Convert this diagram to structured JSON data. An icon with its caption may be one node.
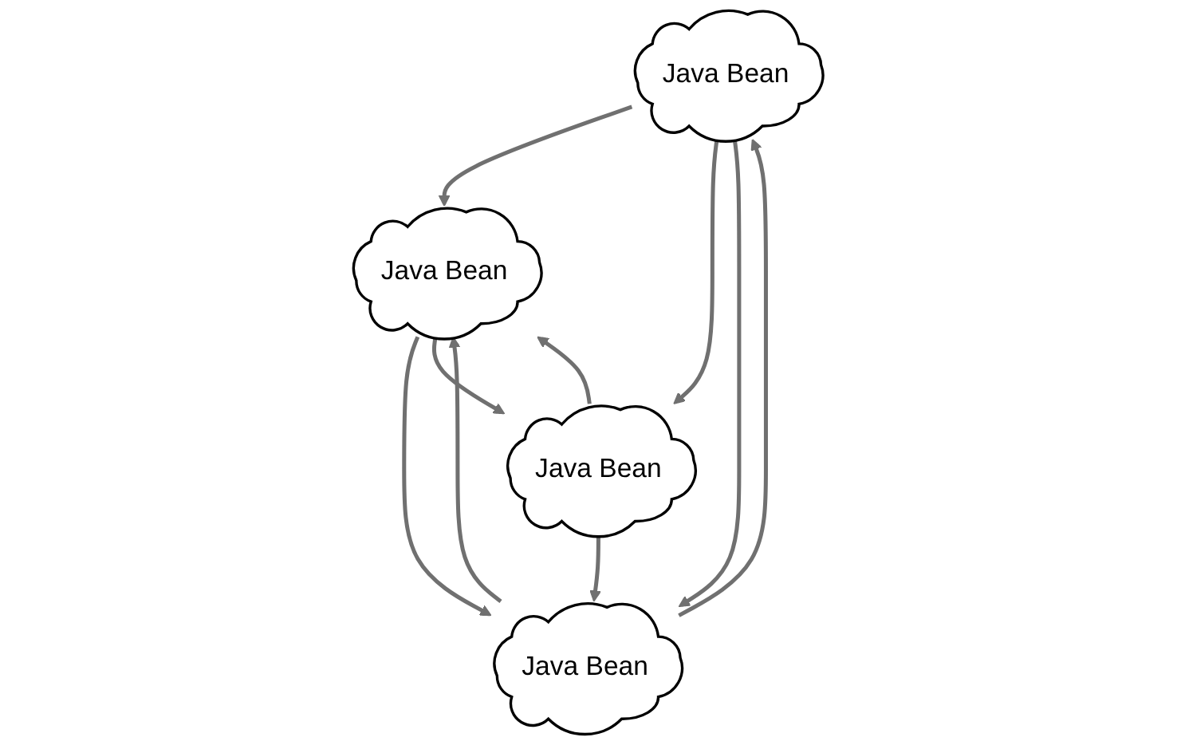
{
  "diagram": {
    "nodes": [
      {
        "text": [
          "Java Bean"
        ]
      },
      {
        "text": [
          "Java Bean"
        ]
      },
      {
        "text": [
          "Java Bean"
        ]
      },
      {
        "text": [
          "Java Bean"
        ]
      }
    ],
    "edges": [
      {
        "from": 0,
        "to": 1,
        "arrow": "to"
      },
      {
        "from": 0,
        "to": 3,
        "arrow": "to"
      },
      {
        "from": 2,
        "to": 0,
        "arrow": "to"
      },
      {
        "from": 0,
        "to": 2,
        "arrow": "to"
      },
      {
        "from": 2,
        "to": 1,
        "arrow": "to"
      },
      {
        "from": 1,
        "to": 2,
        "arrow": "to"
      },
      {
        "from": 3,
        "to": 1,
        "arrow": "to"
      },
      {
        "from": 1,
        "to": 3,
        "arrow": "to"
      },
      {
        "from": 3,
        "to": 2,
        "arrow": "to"
      }
    ]
  }
}
